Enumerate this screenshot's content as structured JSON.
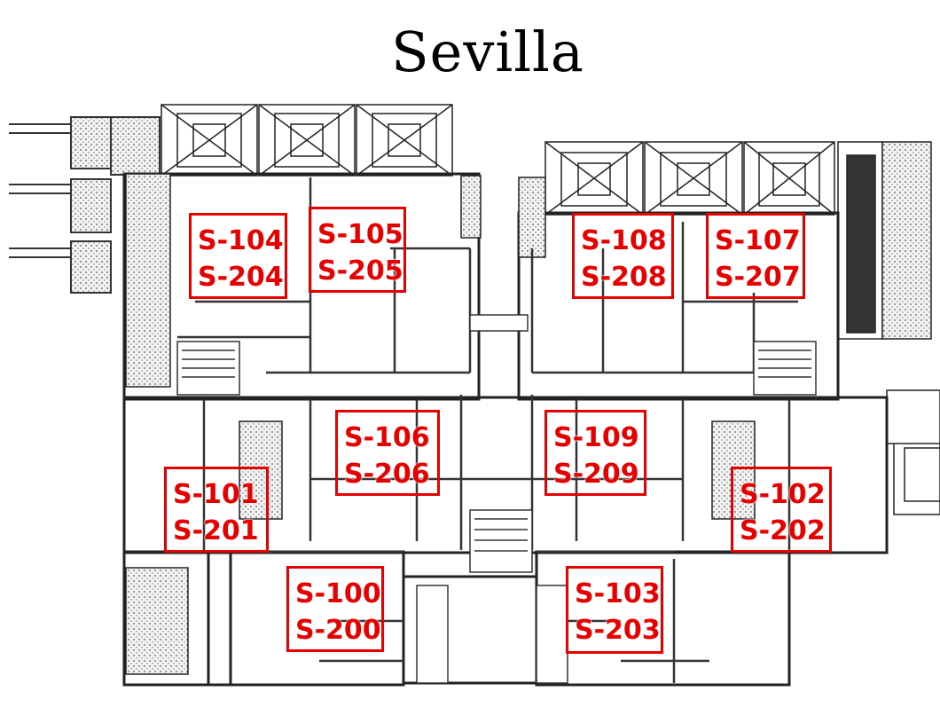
{
  "title": "Sevilla",
  "units": [
    {
      "id": "u104",
      "line1": "S-104",
      "line2": "S-204"
    },
    {
      "id": "u105",
      "line1": "S-105",
      "line2": "S-205"
    },
    {
      "id": "u108",
      "line1": "S-108",
      "line2": "S-208"
    },
    {
      "id": "u107",
      "line1": "S-107",
      "line2": "S-207"
    },
    {
      "id": "u106",
      "line1": "S-106",
      "line2": "S-206"
    },
    {
      "id": "u109",
      "line1": "S-109",
      "line2": "S-209"
    },
    {
      "id": "u101",
      "line1": "S-101",
      "line2": "S-201"
    },
    {
      "id": "u102",
      "line1": "S-102",
      "line2": "S-202"
    },
    {
      "id": "u100",
      "line1": "S-100",
      "line2": "S-200"
    },
    {
      "id": "u103",
      "line1": "S-103",
      "line2": "S-203"
    }
  ],
  "colors": {
    "label": "#e60000",
    "line": "#222222",
    "fill": "#c8c8c8"
  }
}
